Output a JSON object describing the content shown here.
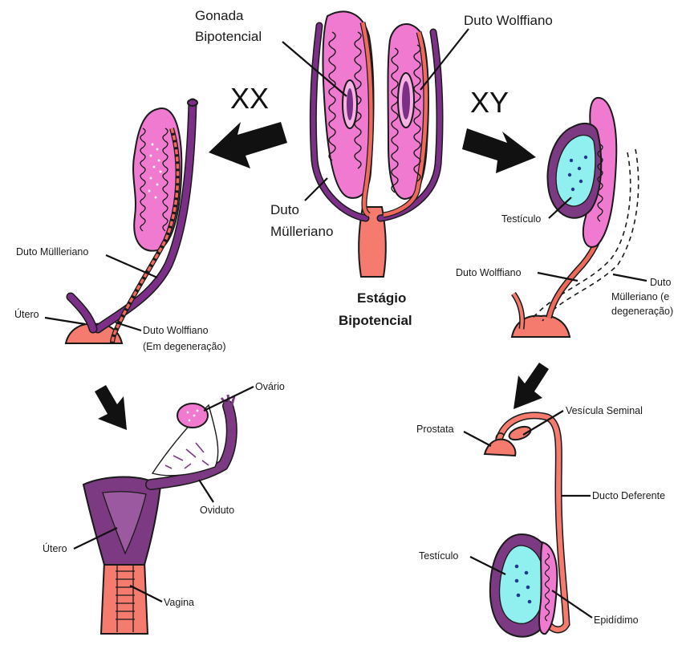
{
  "labels": {
    "gonada": "Gonada",
    "bipotencial": "Bipotencial",
    "duto_wolffiano_top": "Duto Wolffiano",
    "xx": "XX",
    "xy": "XY",
    "duto": "Duto",
    "mulleriano": "Mülleriano",
    "estagio": "Estágio",
    "estagio_bipotencial": "Bipotencial",
    "f_duto_mulleriano": "Duto Müllleriano",
    "f_utero": "Útero",
    "f_duto_wolffiano": "Duto Wolffiano",
    "f_em_degeneracao": "(Em degeneração)",
    "m_testiculo": "Testículo",
    "m_duto_wolffiano": "Duto Wolffiano",
    "m_duto": "Duto",
    "m_mulleriano_e": "Mülleriano (e",
    "m_degeneracao": "degeneração)",
    "ovario": "Ovário",
    "oviduto": "Oviduto",
    "utero2": "Útero",
    "vagina": "Vagina",
    "prostata": "Prostata",
    "vesicula_seminal": "Vesícula Seminal",
    "ducto_deferente": "Ducto Deferente",
    "testiculo2": "Testículo",
    "epididimo": "Epidídimo"
  },
  "colors": {
    "gonad_pink": "#f07ad0",
    "tubule_light": "#f7b2e4",
    "duct_purple": "#7c2f86",
    "duct_dark": "#5a1f63",
    "wolffian_orange": "#ee6a5a",
    "salmon": "#f47b6e",
    "cyan": "#8ff0ef",
    "uterus_purple": "#7b3a82",
    "uterus_light": "#9b5aa0",
    "outline": "#1a1a1a"
  }
}
